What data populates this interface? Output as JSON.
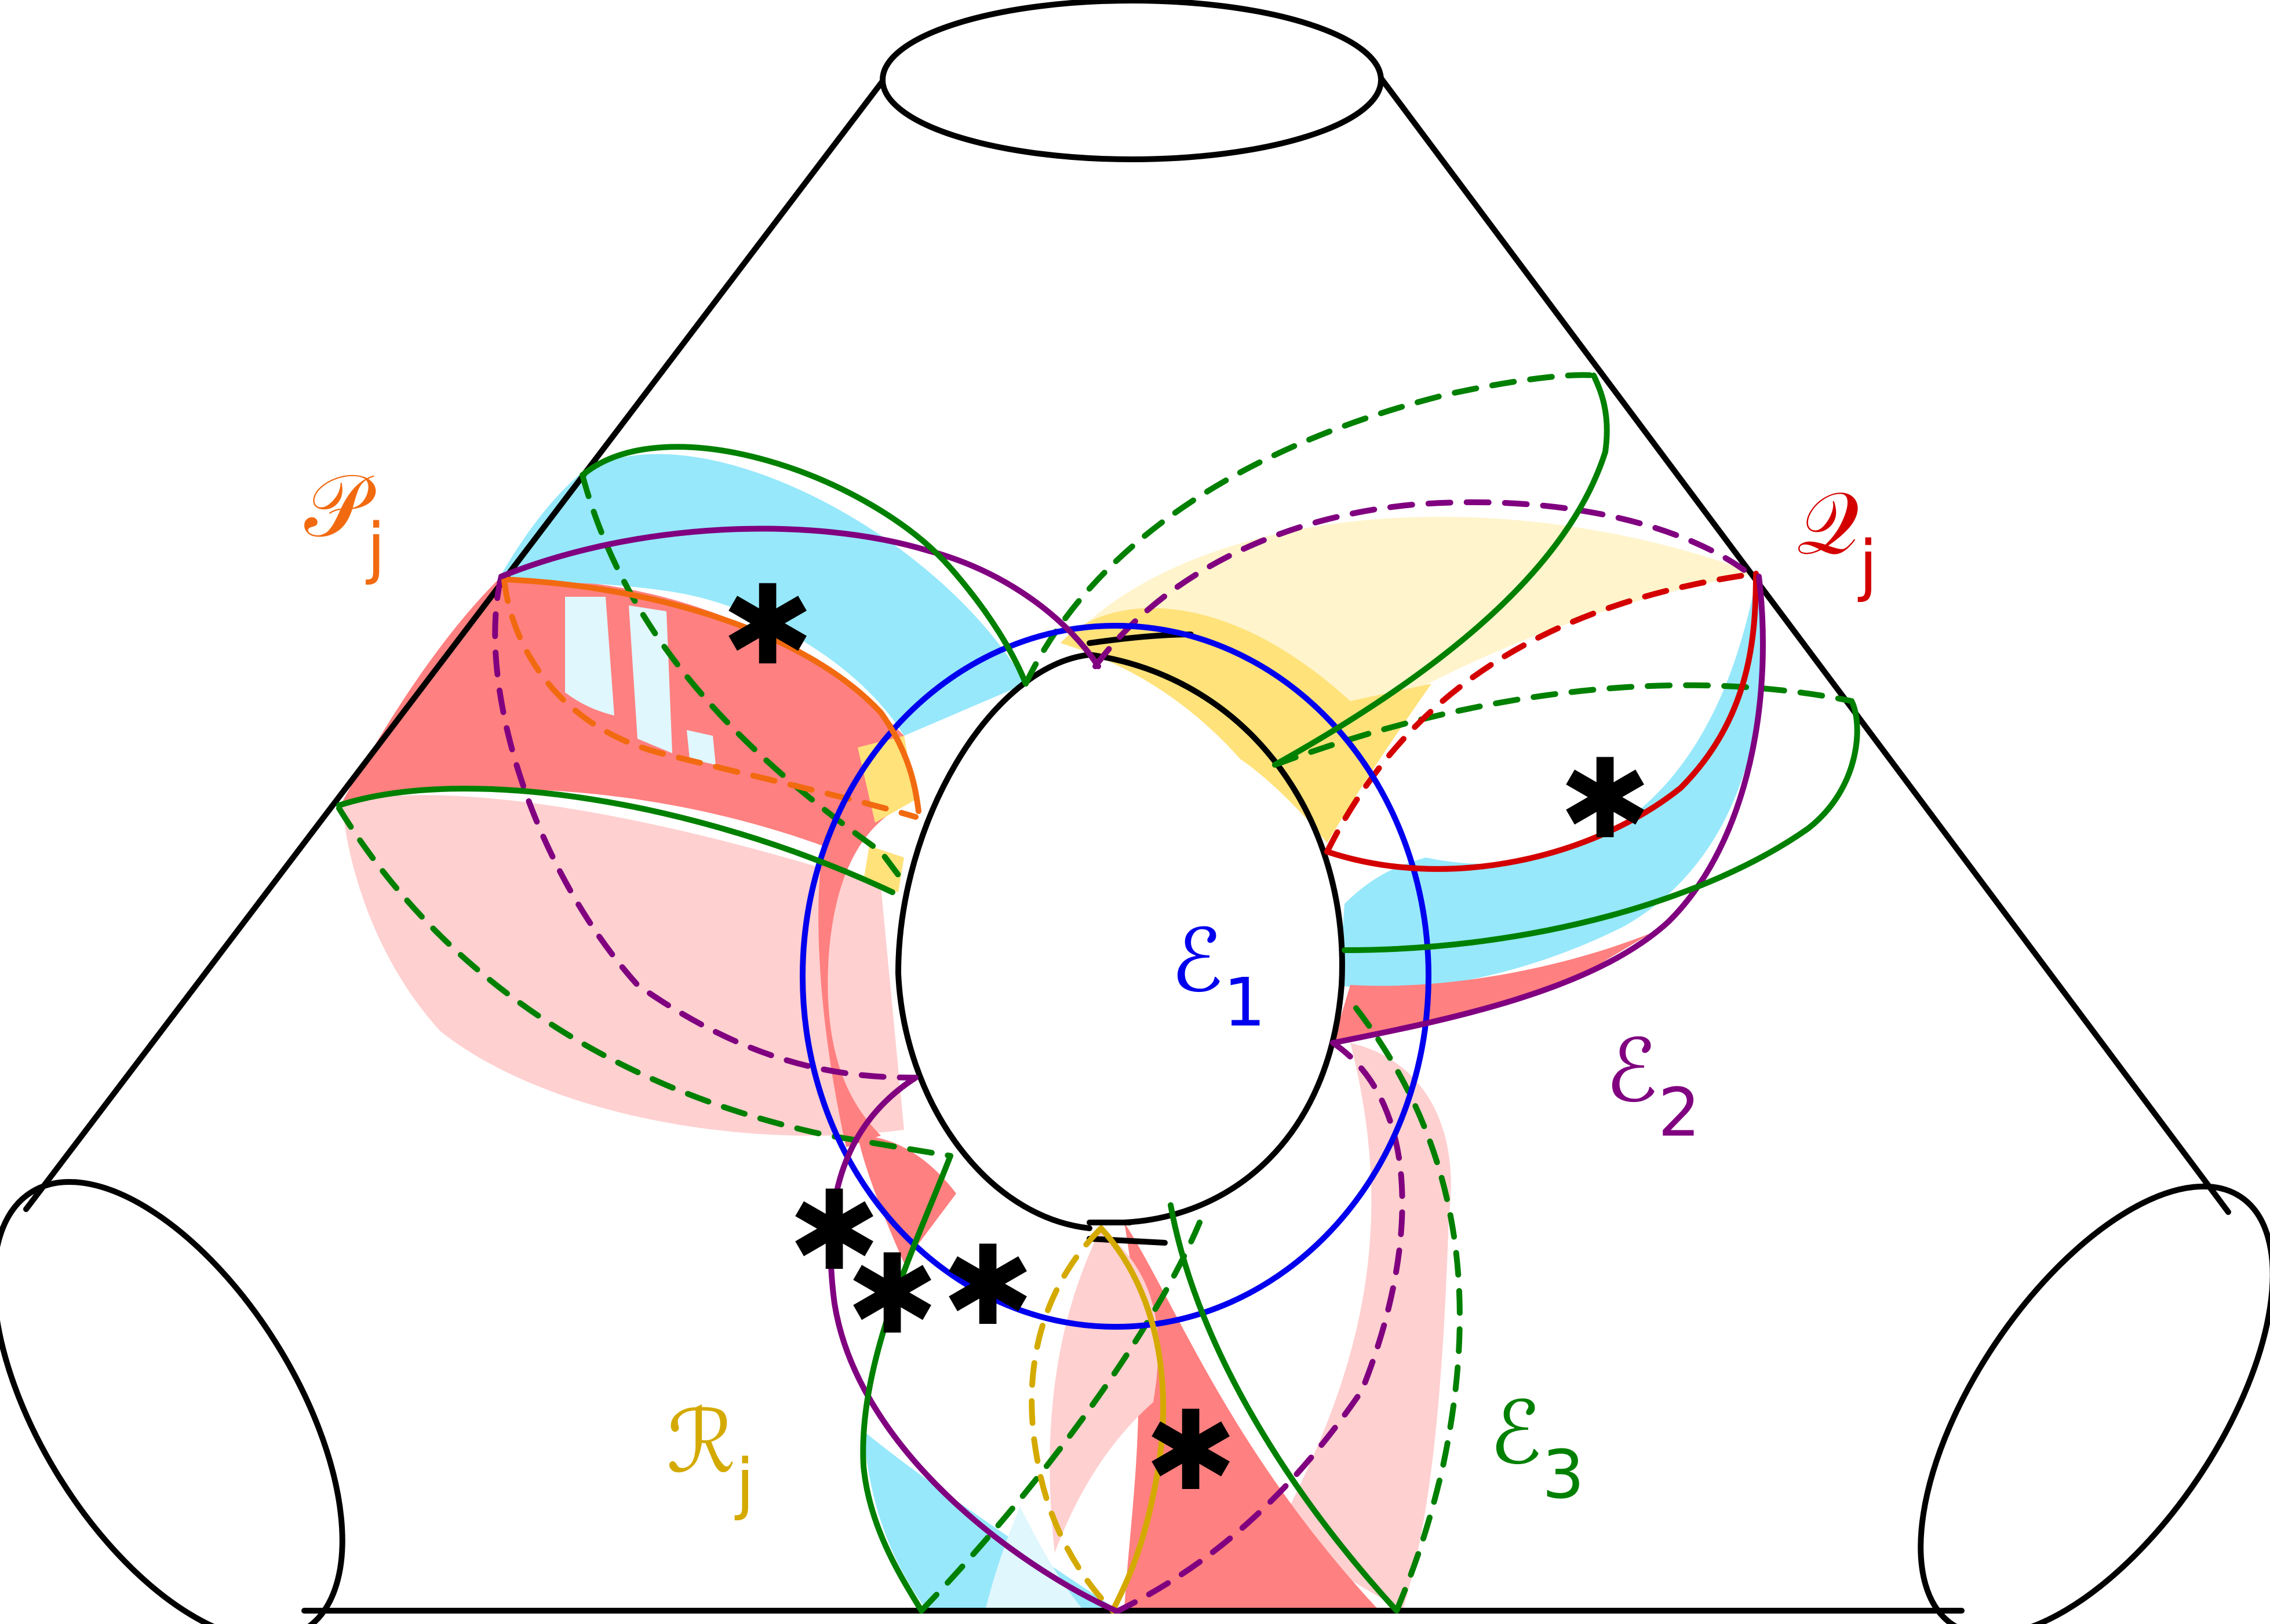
{
  "colors": {
    "outline": "#000000",
    "orange": "#f26a10",
    "red": "#d40000",
    "gold": "#d4aa00",
    "blue": "#0000ee",
    "purple": "#800080",
    "green": "#008000",
    "cyan_fill": "#97e8fb",
    "salmon_fill": "#ff8080",
    "pink_fill": "#ffd0d0",
    "yellow_fill": "#ffe27a",
    "cream_fill": "#fff4cc"
  },
  "labels": {
    "P": {
      "main": "𝒫",
      "sub": "j",
      "color": "#f26a10"
    },
    "Q": {
      "main": "𝒬",
      "sub": "j",
      "color": "#d40000"
    },
    "R": {
      "main": "ℛ",
      "sub": "j",
      "color": "#d4aa00"
    },
    "E1": {
      "main": "ℰ",
      "sub": "1",
      "color": "#0000ee"
    },
    "E2": {
      "main": "ℰ",
      "sub": "2",
      "color": "#800080"
    },
    "E3": {
      "main": "ℰ",
      "sub": "3",
      "color": "#008000"
    }
  },
  "marker": "✱"
}
